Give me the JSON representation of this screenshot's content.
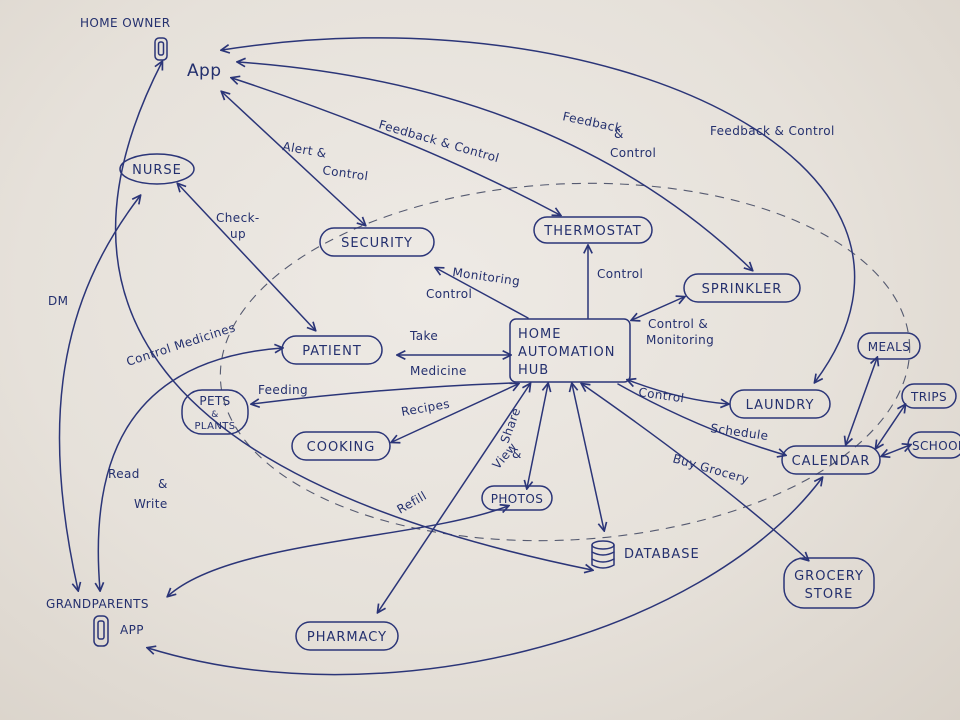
{
  "labels": {
    "home_owner": "HOME OWNER",
    "app": "App",
    "nurse": "NURSE",
    "security": "SECURITY",
    "thermostat": "THERMOSTAT",
    "sprinkler": "SPRINKLER",
    "hub_line1": "HOME",
    "hub_line2": "AUTOMATION",
    "hub_line3": "HUB",
    "patient": "PATIENT",
    "pets": "PETS",
    "amp": "&",
    "plants": "PLANTS",
    "cooking": "COOKING",
    "photos": "PHOTOS",
    "database": "DATABASE",
    "laundry": "LAUNDRY",
    "calendar": "CALENDAR",
    "meals": "MEALS",
    "trips": "TRIPS",
    "school": "SCHOOL",
    "grocery_line1": "GROCERY",
    "grocery_line2": "STORE",
    "pharmacy": "PHARMACY",
    "grandparents": "GRANDPARENTS",
    "grandparents_app": "APP"
  },
  "edge_labels": {
    "alert": "Alert &",
    "alert_control": "Control",
    "feedback_control_1": "Feedback & Control",
    "feedback_2a": "Feedback",
    "feedback_2b": "&",
    "feedback_2c": "Control",
    "feedback_control_3": "Feedback & Control",
    "check": "Check-",
    "check_up": "up",
    "monitoring": "Monitoring",
    "monitoring_control": "Control",
    "control_thermo": "Control",
    "control_monitoring_a": "Control &",
    "control_monitoring_b": "Monitoring",
    "take": "Take",
    "medicine": "Medicine",
    "control_medicines": "Control Medicines",
    "feeding": "Feeding",
    "recipes": "Recipes",
    "share": "Share",
    "share_amp": "&",
    "view": "View",
    "control_laundry": "Control",
    "schedule": "Schedule",
    "buy_grocery": "Buy Grocery",
    "refill": "Refill",
    "dm": "DM",
    "read": "Read",
    "read_amp": "&",
    "write": "Write"
  },
  "ink_color": "#24306e"
}
